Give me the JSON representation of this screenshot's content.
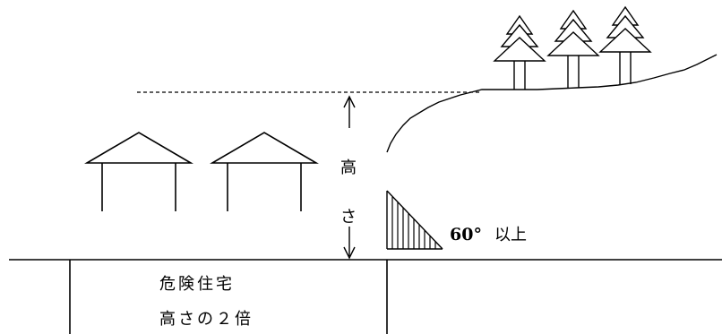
{
  "labels": {
    "height_char1": "高",
    "height_char2": "さ",
    "angle_value": "60°",
    "angle_suffix": "以上",
    "danger_title": "危険住宅",
    "danger_rule": "高さの２倍"
  }
}
